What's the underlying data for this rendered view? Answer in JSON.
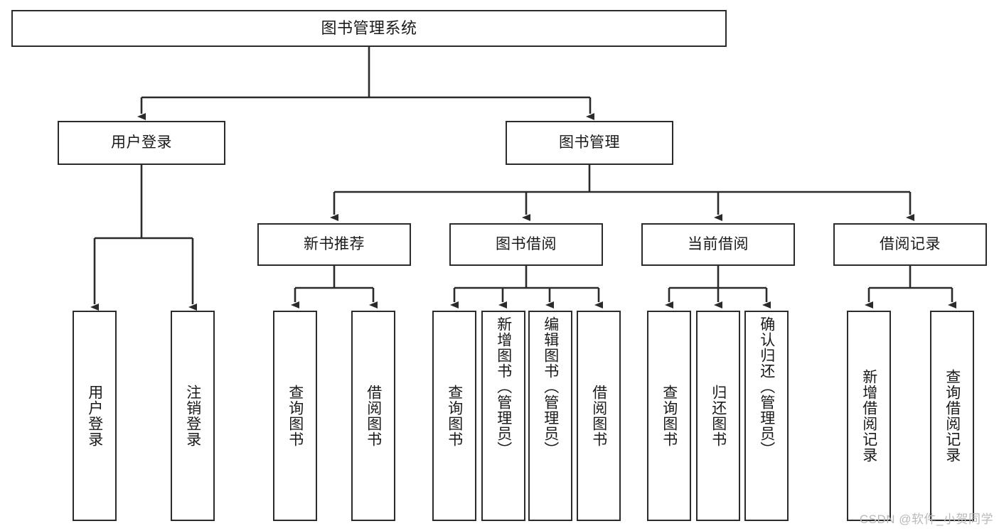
{
  "diagram": {
    "title": "图书管理系统",
    "type": "tree",
    "stroke_color": "#2b2b2b",
    "fill_color": "#ffffff",
    "text_color": "#1a1a1a",
    "nodes": {
      "root": {
        "label": "图书管理系统"
      },
      "l2": [
        {
          "id": "user-login",
          "label": "用户登录"
        },
        {
          "id": "book-manage",
          "label": "图书管理"
        }
      ],
      "l3": [
        {
          "id": "new-book-rec",
          "label": "新书推荐"
        },
        {
          "id": "book-borrow",
          "label": "图书借阅"
        },
        {
          "id": "current-borrow",
          "label": "当前借阅"
        },
        {
          "id": "borrow-record",
          "label": "借阅记录"
        }
      ],
      "leaves": {
        "user-login": [
          {
            "id": "leaf-user-login",
            "label": "用户登录"
          },
          {
            "id": "leaf-logout",
            "label": "注销登录"
          }
        ],
        "new-book-rec": [
          {
            "id": "leaf-query-book-1",
            "label": "查询图书"
          },
          {
            "id": "leaf-borrow-book-1",
            "label": "借阅图书"
          }
        ],
        "book-borrow": [
          {
            "id": "leaf-query-book-2",
            "label": "查询图书"
          },
          {
            "id": "leaf-add-book",
            "label": "新增图书（管理员）"
          },
          {
            "id": "leaf-edit-book",
            "label": "编辑图书（管理员）"
          },
          {
            "id": "leaf-borrow-book-2",
            "label": "借阅图书"
          }
        ],
        "current-borrow": [
          {
            "id": "leaf-query-book-3",
            "label": "查询图书"
          },
          {
            "id": "leaf-return-book",
            "label": "归还图书"
          },
          {
            "id": "leaf-confirm-return",
            "label": "确认归还（管理员）"
          }
        ],
        "borrow-record": [
          {
            "id": "leaf-add-record",
            "label": "新增借阅记录"
          },
          {
            "id": "leaf-query-record",
            "label": "查询借阅记录"
          }
        ]
      }
    }
  },
  "watermark": {
    "text": "CSDN @软件_小贺同学"
  }
}
